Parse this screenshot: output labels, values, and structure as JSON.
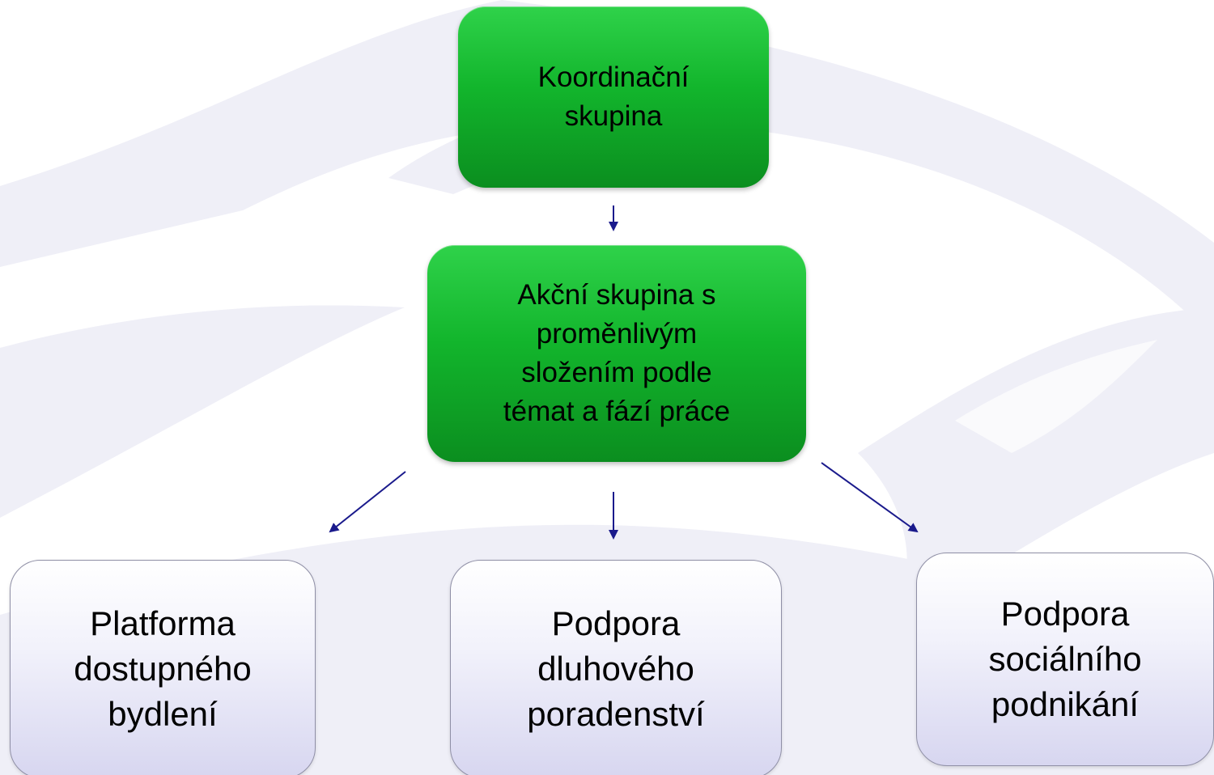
{
  "colors": {
    "green_box": "#12b52c",
    "lilac_box": "#dedcf2",
    "arrow": "#1a1a8c",
    "background_art": "#eeeef7"
  },
  "nodes": {
    "coordination": "Koordinační\nskupina",
    "action": "Akční skupina s\nproměnlivým\nsložením podle\ntémat a fází práce",
    "housing": "Platforma\ndostupného\nbydlení",
    "debt": "Podpora\ndluhového\nporadenství",
    "social": "Podpora\nsociálního\npodnikání"
  },
  "edges": [
    {
      "from": "coordination",
      "to": "action"
    },
    {
      "from": "action",
      "to": "housing"
    },
    {
      "from": "action",
      "to": "debt"
    },
    {
      "from": "action",
      "to": "social"
    }
  ]
}
